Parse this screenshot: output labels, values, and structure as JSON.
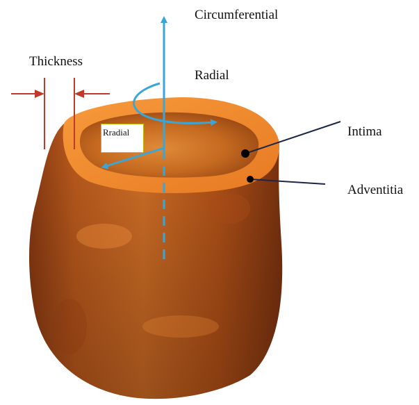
{
  "labels": {
    "circumferential": "Circumferential",
    "radial": "Radial",
    "thickness": "Thickness",
    "rradial": "Rradial",
    "intima": "Intima",
    "adventitia": "Adventitia"
  },
  "colors": {
    "axis": "#3aa6d8",
    "thickness_marker": "#c0392b",
    "leader": "#1c2647",
    "vessel_outer": "#b8541a",
    "vessel_top": "#f08a2a",
    "vessel_inner": "#c9701e"
  }
}
